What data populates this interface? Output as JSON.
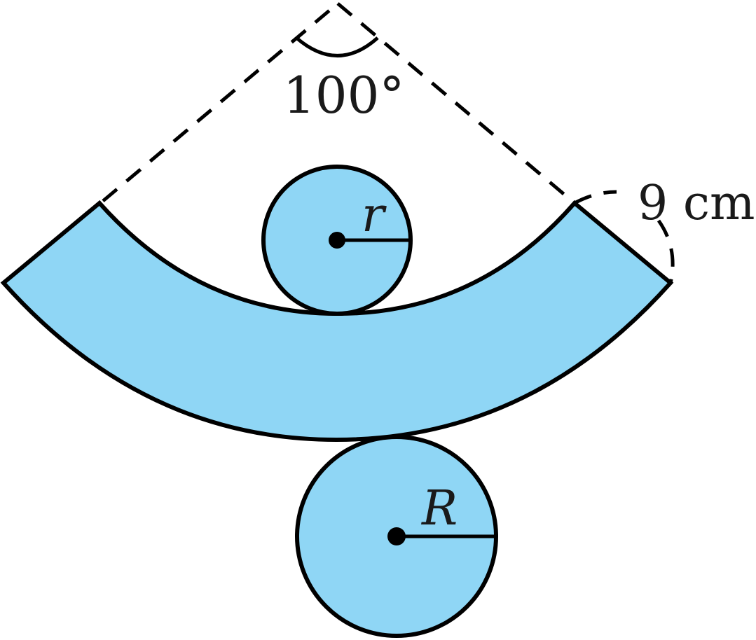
{
  "labels": {
    "angle": "100°",
    "slant_length": "9 cm",
    "small_radius": "r",
    "large_radius": "R"
  },
  "colors": {
    "fill": "#8fd6f5",
    "stroke": "#000000"
  }
}
